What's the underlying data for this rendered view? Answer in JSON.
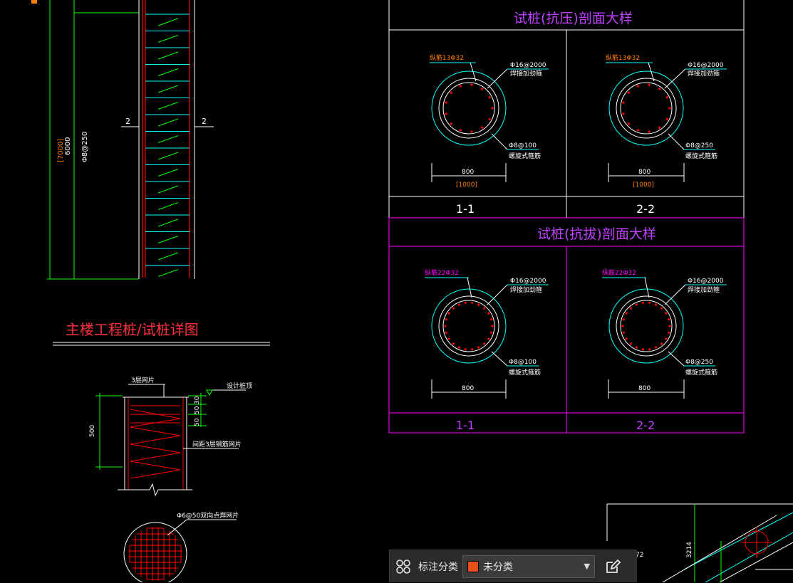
{
  "drawing": {
    "pile_detail_title": "主楼工程桩/试桩详图",
    "elevation": {
      "dim_length": "6000",
      "dim_length_bracket": "[7000]",
      "stirrup_label": "Φ8@250",
      "section_mark": "2"
    },
    "compression_table": {
      "title": "试桩(抗压)剖面大样",
      "sections": [
        {
          "name": "1-1",
          "main_bar": "纵筋13Φ32",
          "ring_bar": "Φ16@2000",
          "ring_note": "焊接加劲箍",
          "spiral_bar": "Φ8@100",
          "spiral_note": "螺旋式箍筋",
          "diameter": "800",
          "diameter_bracket": "[1000]"
        },
        {
          "name": "2-2",
          "main_bar": "纵筋13Φ32",
          "ring_bar": "Φ16@2000",
          "ring_note": "焊接加劲箍",
          "spiral_bar": "Φ8@250",
          "spiral_note": "螺旋式箍筋",
          "diameter": "800",
          "diameter_bracket": "[1000]"
        }
      ]
    },
    "tension_table": {
      "title": "试桩(抗拔)剖面大样",
      "sections": [
        {
          "name": "1-1",
          "main_bar": "纵筋22Φ32",
          "ring_bar": "Φ16@2000",
          "ring_note": "焊接加劲箍",
          "spiral_bar": "Φ8@100",
          "spiral_note": "螺旋式箍筋",
          "diameter": "800"
        },
        {
          "name": "2-2",
          "main_bar": "纵筋22Φ32",
          "ring_bar": "Φ16@2000",
          "ring_note": "焊接加劲箍",
          "spiral_bar": "Φ8@250",
          "spiral_note": "螺旋式箍筋",
          "diameter": "800"
        }
      ]
    },
    "pile_top": {
      "mesh_label": "3层网片",
      "level_label": "设计桩顶",
      "dim_500": "500",
      "dim_30": "30",
      "dim_50a": "50",
      "dim_50b": "50",
      "rebar_note": "间距3层钢筋网片",
      "mesh_spec": "Φ6@50双向点焊网片"
    },
    "partial": {
      "dim_a": "72",
      "dim_b": "3214"
    }
  },
  "toolbar": {
    "category_label": "标注分类",
    "category_value": "未分类",
    "swatch_color": "#e8501a"
  },
  "colors": {
    "green": "#00ff00",
    "cyan": "#00ffff",
    "red": "#ff0000",
    "magenta": "#ff00ff",
    "white": "#ffffff",
    "orange": "#ff7f00",
    "title_red": "#ff3040",
    "violet": "#c040ff"
  }
}
